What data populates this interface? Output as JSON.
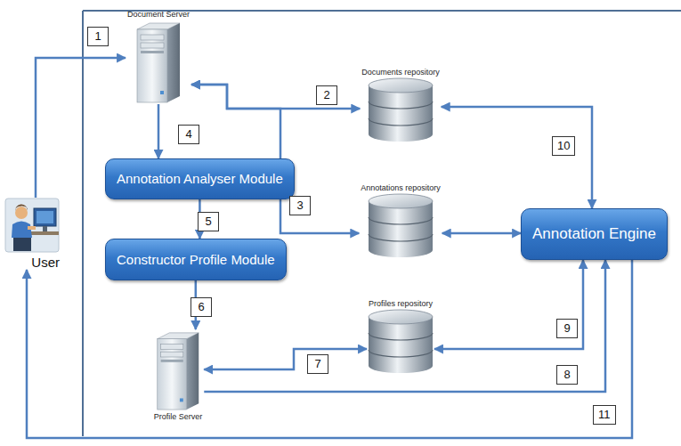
{
  "diagram": {
    "nodes": [
      {
        "text": [
          "Document Server"
        ]
      },
      {
        "text": [
          "Documents repository"
        ]
      },
      {
        "text": [
          "Annotation Analyser Module"
        ]
      },
      {
        "text": [
          "Annotations repository"
        ]
      },
      {
        "text": [
          "Annotation Engine"
        ]
      },
      {
        "text": [
          "Constructor Profile Module"
        ]
      },
      {
        "text": [
          "Profiles repository"
        ]
      },
      {
        "text": [
          "User"
        ]
      },
      {
        "text": [
          "Profile Server"
        ]
      }
    ],
    "edges": [
      {
        "from": 7,
        "to": 0,
        "arrow": "to"
      },
      {
        "from": 0,
        "to": 1,
        "arrow": "both"
      },
      {
        "from": 0,
        "to": 3,
        "arrow": "both"
      },
      {
        "from": 0,
        "to": 2,
        "arrow": "to"
      },
      {
        "from": 2,
        "to": 5,
        "arrow": "to"
      },
      {
        "from": 5,
        "to": 8,
        "arrow": "to"
      },
      {
        "from": 8,
        "to": 6,
        "arrow": "both"
      },
      {
        "from": 8,
        "to": 4,
        "arrow": "to"
      },
      {
        "from": 6,
        "to": 4,
        "arrow": "both"
      },
      {
        "from": 1,
        "to": 4,
        "arrow": "both"
      },
      {
        "from": 3,
        "to": 4,
        "arrow": "both"
      },
      {
        "from": 4,
        "to": 7,
        "arrow": "to"
      }
    ],
    "labels": [
      "1",
      "2",
      "3",
      "4",
      "5",
      "6",
      "7",
      "8",
      "9",
      "10",
      "11"
    ]
  }
}
